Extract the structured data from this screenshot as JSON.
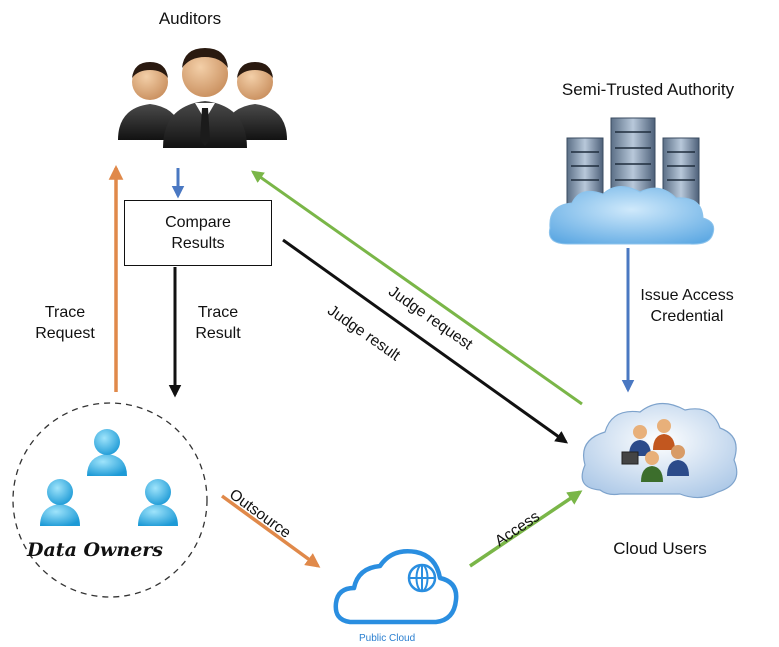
{
  "nodes": {
    "auditors": "Auditors",
    "authority": "Semi-Trusted Authority",
    "compare": [
      "Compare",
      "Results"
    ],
    "data_owners": "Data Owners",
    "cloud_users": "Cloud Users",
    "public_cloud": "Public Cloud"
  },
  "edges": {
    "trace_request": [
      "Trace",
      "Request"
    ],
    "trace_result": [
      "Trace",
      "Result"
    ],
    "judge_request": "Judge request",
    "judge_result": "Judge result",
    "issue_credential": [
      "Issue Access",
      "Credential"
    ],
    "outsource": "Outsource",
    "access": "Access"
  },
  "colors": {
    "orange": "#e0894a",
    "blue": "#4a78c2",
    "green": "#7ab648",
    "black": "#111111"
  }
}
